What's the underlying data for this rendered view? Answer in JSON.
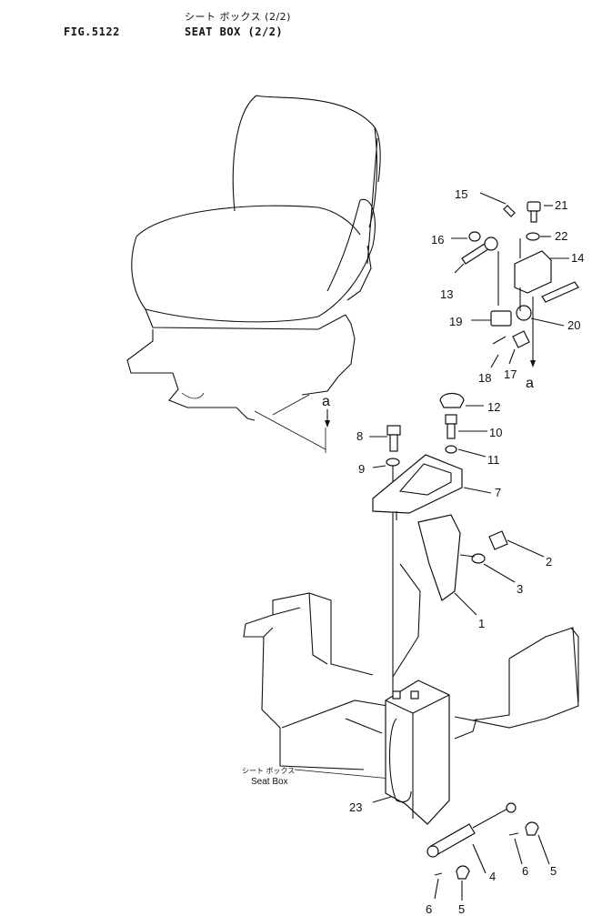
{
  "header": {
    "fig_number": "FIG.5122",
    "title_jp": "シート ボックス (2/2)",
    "title_en": "SEAT BOX (2/2)"
  },
  "callouts": [
    "1",
    "2",
    "3",
    "4",
    "5",
    "5",
    "6",
    "6",
    "7",
    "8",
    "9",
    "10",
    "11",
    "12",
    "13",
    "14",
    "15",
    "16",
    "17",
    "18",
    "19",
    "20",
    "21",
    "22",
    "23"
  ],
  "view_markers": [
    "a",
    "a"
  ],
  "seat_box_label": {
    "jp": "シート ボックス",
    "en": "Seat Box"
  },
  "colors": {
    "line": "#111111",
    "background": "#ffffff"
  }
}
